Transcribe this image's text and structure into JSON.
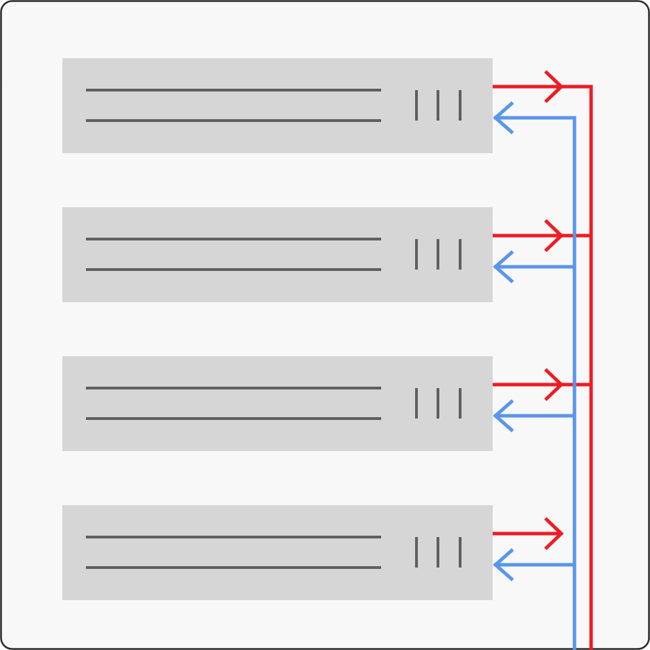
{
  "diagram": {
    "kind": "server-rack-airflow",
    "colors": {
      "background": "#f8f8f8",
      "frame": "#2b2b2b",
      "unit_fill": "#d6d6d6",
      "unit_detail": "#5f5f5f",
      "hot_flow": "#ee1c24",
      "cold_flow": "#5a96e8"
    },
    "units": [
      {
        "id": "server-1",
        "outflow": "hot",
        "inflow": "cold"
      },
      {
        "id": "server-2",
        "outflow": "hot",
        "inflow": "cold"
      },
      {
        "id": "server-3",
        "outflow": "hot",
        "inflow": "cold"
      },
      {
        "id": "server-4",
        "outflow": "hot",
        "inflow": "cold"
      }
    ],
    "icons": {
      "outflow_arrow": "arrow-right-icon",
      "inflow_arrow": "arrow-left-icon"
    }
  }
}
